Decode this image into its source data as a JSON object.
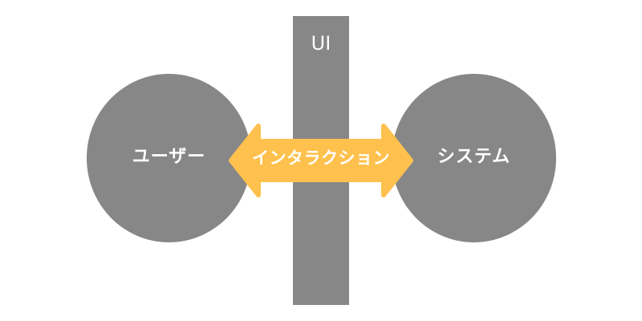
{
  "diagram": {
    "user_label": "ユーザー",
    "system_label": "システム",
    "ui_label": "UI",
    "interaction_label": "インタラクション"
  },
  "colors": {
    "circle_fill": "#878787",
    "bar_fill": "#878787",
    "arrow_fill": "#FFC14D",
    "text": "#FFFFFF",
    "background": "#FFFFFF"
  }
}
